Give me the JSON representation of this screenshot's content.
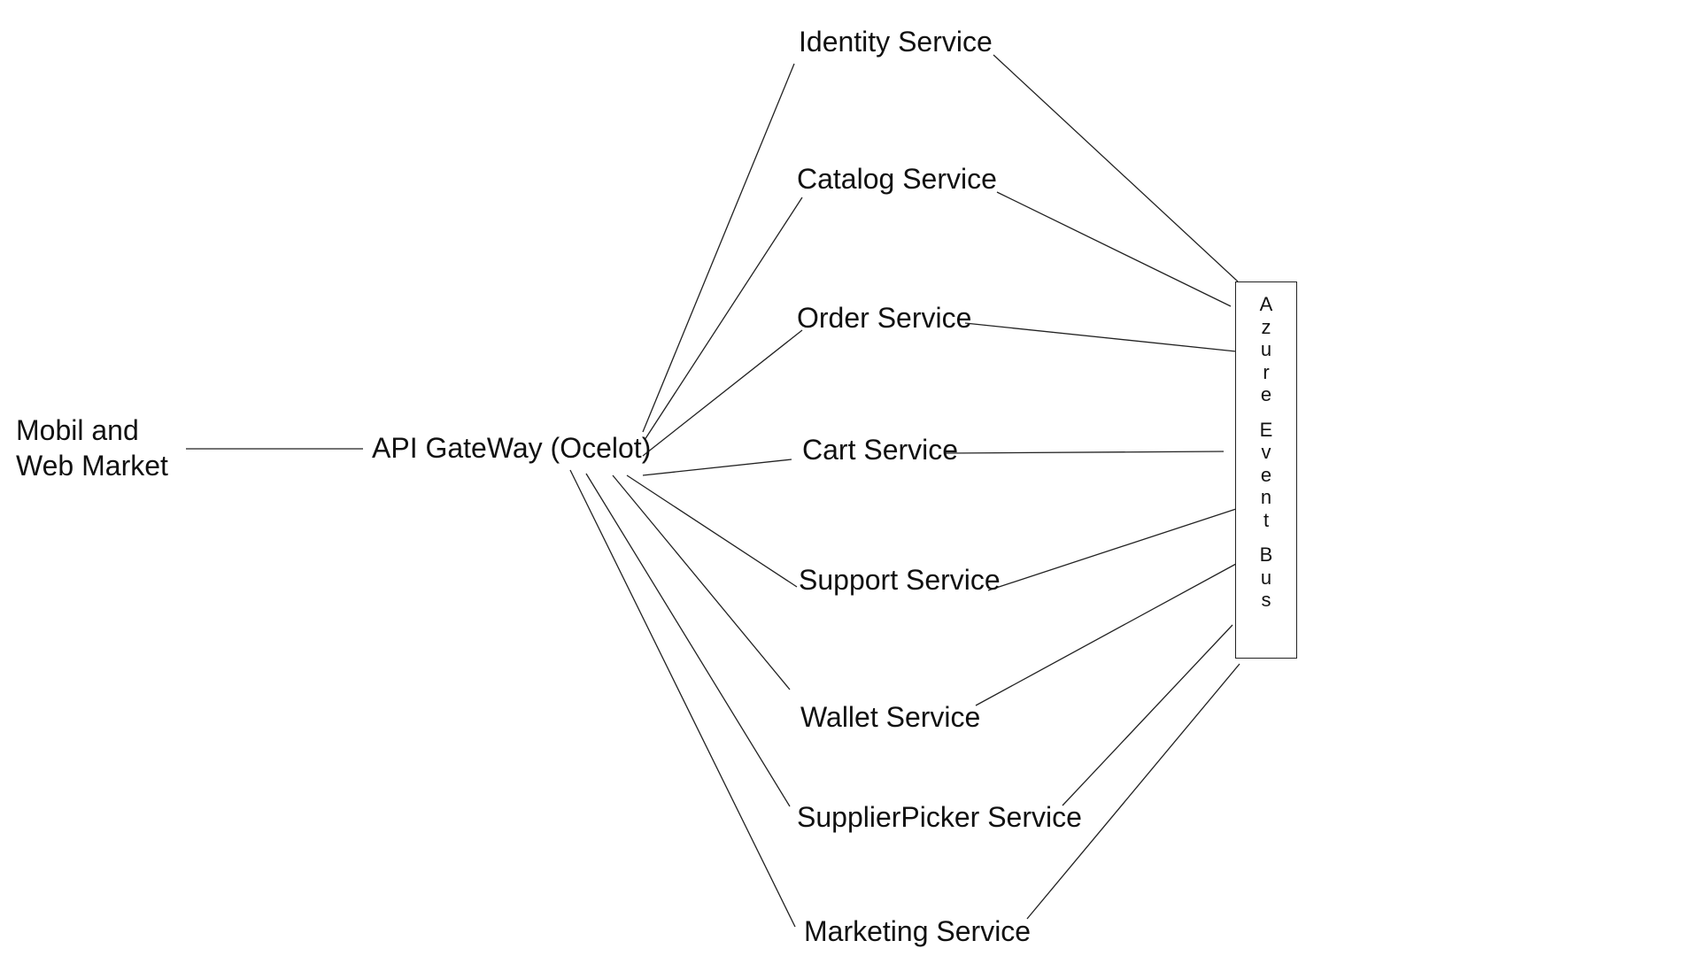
{
  "client": {
    "line1": "Mobil and",
    "line2": "Web Market"
  },
  "gateway": {
    "label": "API GateWay (Ocelot)"
  },
  "services": [
    "Identity Service",
    "Catalog Service",
    "Order Service",
    "Cart Service",
    "Support Service",
    "Wallet Service",
    "SupplierPicker Service",
    "Marketing Service"
  ],
  "event_bus": {
    "label": "Azure Event Bus",
    "letters": [
      "A",
      "z",
      "u",
      "r",
      "e",
      "",
      "E",
      "v",
      "e",
      "n",
      "t",
      "",
      "B",
      "u",
      "s"
    ]
  },
  "colors": {
    "line": "#222222",
    "text": "#111111",
    "background": "#ffffff"
  }
}
